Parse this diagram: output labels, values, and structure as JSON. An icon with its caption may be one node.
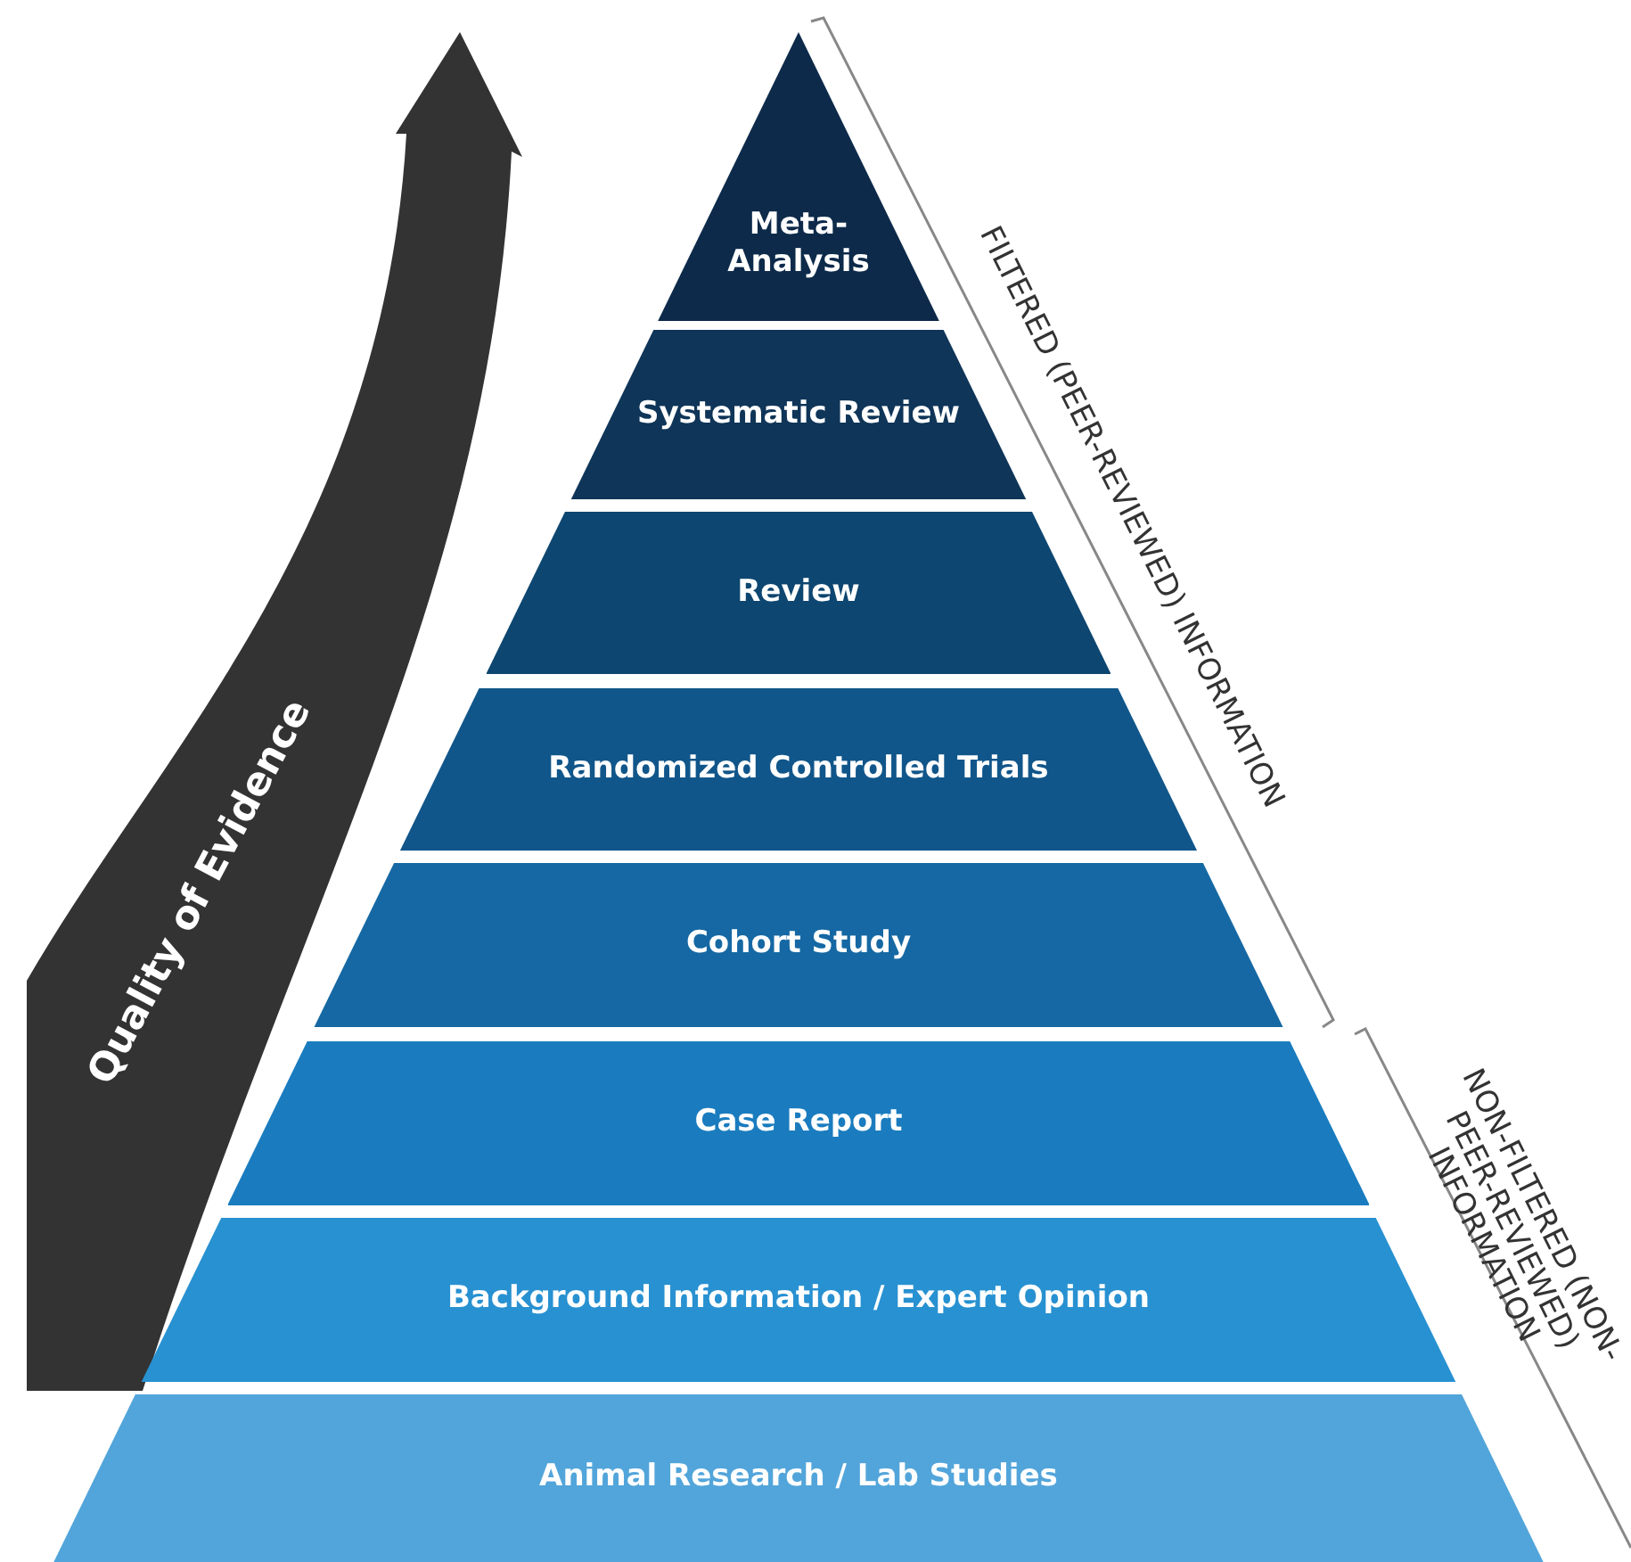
{
  "diagram": {
    "nodes": [
      {
        "text": [
          "Meta- Analysis"
        ]
      },
      {
        "text": [
          "Systematic Review"
        ]
      },
      {
        "text": [
          "Review"
        ]
      },
      {
        "text": [
          "Randomized Controlled Trials"
        ]
      },
      {
        "text": [
          "Cohort Study"
        ]
      },
      {
        "text": [
          "Case Report"
        ]
      },
      {
        "text": [
          "Background Information / Expert Opinion"
        ]
      },
      {
        "text": [
          "Animal Research / Lab Studies"
        ]
      }
    ],
    "edges": [],
    "labels": [
      "Quality of Evidence",
      "FILTERED (PEER-REVIEWED) INFORMATION",
      "NON-FILTERED (NON-PEER-REVIEWED) INFORMATION"
    ]
  }
}
